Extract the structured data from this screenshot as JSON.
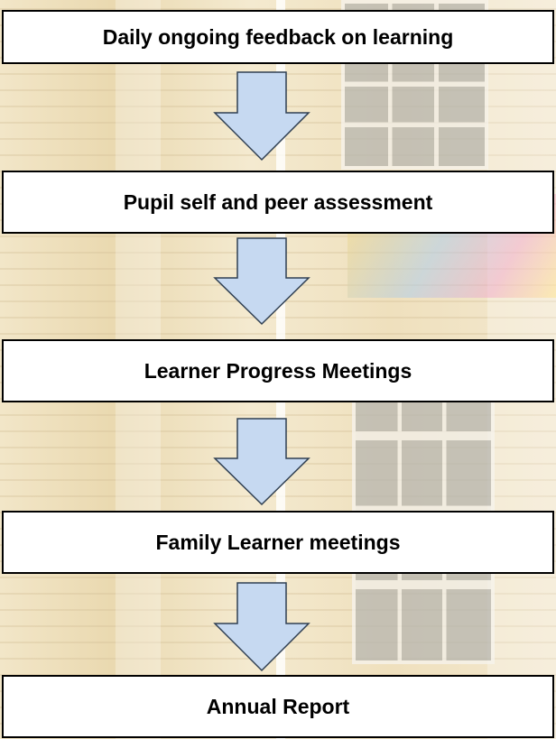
{
  "flow": {
    "steps": [
      {
        "label": "Daily ongoing feedback on learning"
      },
      {
        "label": "Pupil self and peer assessment"
      },
      {
        "label": "Learner Progress Meetings"
      },
      {
        "label": "Family Learner meetings"
      },
      {
        "label": "Annual Report"
      }
    ],
    "colors": {
      "box_fill": "#ffffff",
      "box_border": "#000000",
      "arrow_fill": "#c6d9f1",
      "arrow_stroke": "#2f3f52"
    }
  }
}
